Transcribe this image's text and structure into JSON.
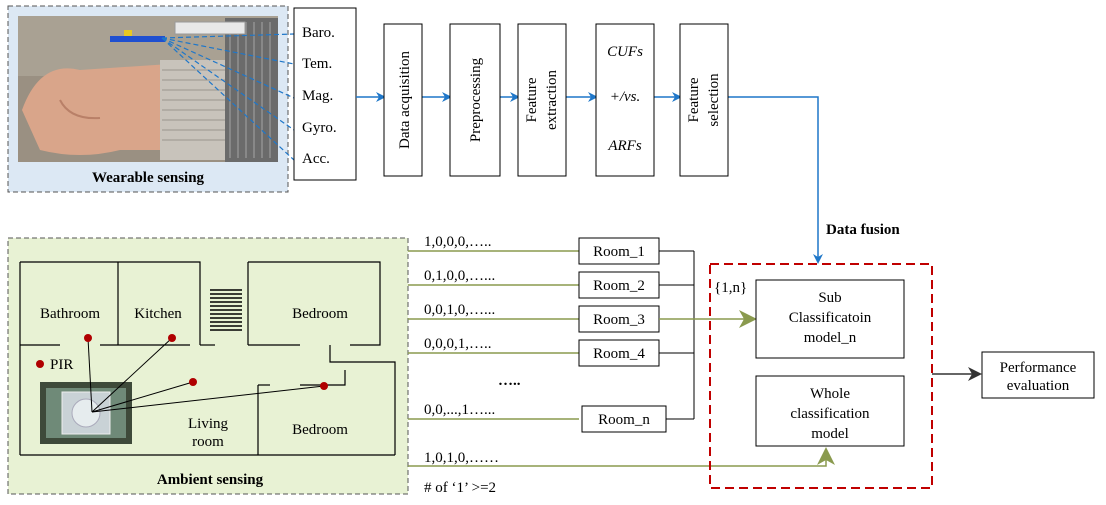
{
  "wearable": {
    "title": "Wearable sensing",
    "sensors": [
      "Baro.",
      "Tem.",
      "Mag.",
      "Gyro.",
      "Acc."
    ]
  },
  "pipeline": {
    "data_acquisition": "Data acquisition",
    "preprocessing": "Preprocessing",
    "feature_extraction_1": "Feature",
    "feature_extraction_2": "extraction",
    "cufs": "CUFs",
    "vs": "+/vs.",
    "arfs": "ARFs",
    "feature_selection_1": "Feature",
    "feature_selection_2": "selection"
  },
  "fusion": {
    "label": "Data fusion",
    "set_label": "{1,n}"
  },
  "ambient": {
    "title": "Ambient sensing",
    "rooms": {
      "bathroom": "Bathroom",
      "kitchen": "Kitchen",
      "bedroom_top": "Bedroom",
      "living_1": "Living",
      "living_2": "room",
      "bedroom_bottom": "Bedroom"
    },
    "pir": "PIR"
  },
  "sequences": [
    "1,0,0,0,…..",
    "0,1,0,0,…...",
    "0,0,1,0,…...",
    "0,0,0,1,…..",
    "0,0,...,1…...",
    "1,0,1,0,……"
  ],
  "ellipsis": "…..",
  "count_note": "# of ‘1’ >=2",
  "room_boxes": [
    "Room_1",
    "Room_2",
    "Room_3",
    "Room_4",
    "Room_n"
  ],
  "models": {
    "sub_1": "Sub",
    "sub_2": "Classificatoin",
    "sub_3": "model_n",
    "whole_1": "Whole",
    "whole_2": "classification",
    "whole_3": "model"
  },
  "performance": {
    "line1": "Performance",
    "line2": "evaluation"
  },
  "colors": {
    "blue_arrow": "#1f77c9",
    "green_line": "#8a9a4e",
    "red_dash": "#c00000",
    "ambient_fill": "#e8f2d4",
    "wearable_fill": "#dce8f4"
  }
}
